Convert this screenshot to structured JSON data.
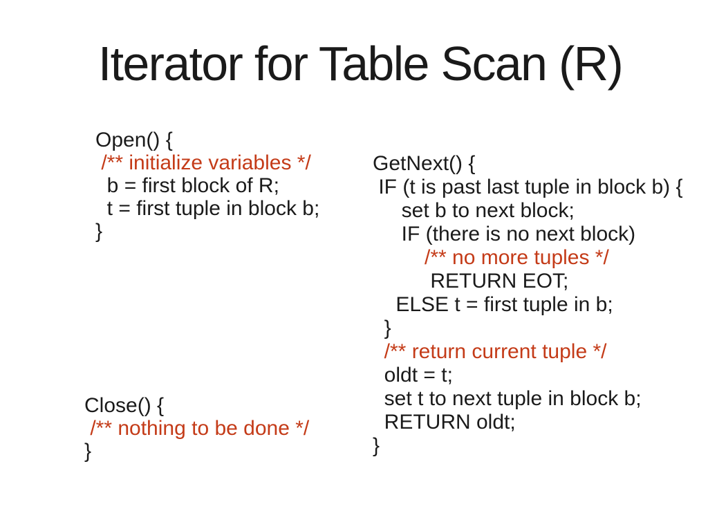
{
  "slide": {
    "title": "Iterator for Table Scan (R)",
    "colors": {
      "background": "#ffffff",
      "text": "#1a1a1a",
      "comment": "#c43b18"
    },
    "code_blocks": [
      {
        "name": "open-function",
        "lines": [
          {
            "text": "Open() {",
            "type": "code"
          },
          {
            "text": " /** initialize variables */",
            "type": "comment"
          },
          {
            "text": "  b = first block of R;",
            "type": "code"
          },
          {
            "text": "  t = first tuple in block b;",
            "type": "code"
          },
          {
            "text": "}",
            "type": "code"
          }
        ]
      },
      {
        "name": "getnext-function",
        "lines": [
          {
            "text": "GetNext() {",
            "type": "code"
          },
          {
            "text": " IF (t is past last tuple in block b) {",
            "type": "code"
          },
          {
            "text": "     set b to next block;",
            "type": "code"
          },
          {
            "text": "     IF (there is no next block)",
            "type": "code"
          },
          {
            "text": "         /** no more tuples */",
            "type": "comment"
          },
          {
            "text": "          RETURN EOT;",
            "type": "code"
          },
          {
            "text": "    ELSE t = first tuple in b;",
            "type": "code"
          },
          {
            "text": "  }",
            "type": "code"
          },
          {
            "text": "  /** return current tuple */",
            "type": "comment"
          },
          {
            "text": "  oldt = t;",
            "type": "code"
          },
          {
            "text": "  set t to next tuple in block b;",
            "type": "code"
          },
          {
            "text": "  RETURN oldt;",
            "type": "code"
          },
          {
            "text": "}",
            "type": "code"
          }
        ]
      },
      {
        "name": "close-function",
        "lines": [
          {
            "text": "Close() {",
            "type": "code"
          },
          {
            "text": " /** nothing to be done */",
            "type": "comment"
          },
          {
            "text": "}",
            "type": "code"
          }
        ]
      }
    ]
  }
}
